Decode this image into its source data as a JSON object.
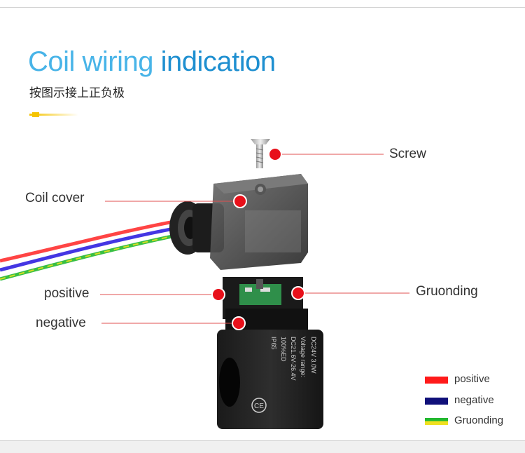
{
  "title": {
    "part1": "Coil wiring",
    "part2": "indication"
  },
  "subtitle": "按图示接上正负极",
  "labels": {
    "screw": "Screw",
    "coil_cover": "Coil cover",
    "positive": "positive",
    "negative": "negative",
    "grounding": "Gruonding"
  },
  "coil_print": {
    "line1": "DC24V 3.0W",
    "line2": "Voltage range:",
    "line3": "DC21.6V-26.4V",
    "line4": "100%ED",
    "line5": "IP65",
    "mark": "CE"
  },
  "legend": [
    {
      "label": "positive",
      "color": "#ff1a1a"
    },
    {
      "label": "negative",
      "color": "#10107a"
    },
    {
      "label": "Gruonding",
      "color": "#f0e020"
    }
  ],
  "colors": {
    "marker": "#e8101a",
    "leader_line": "#e05050",
    "title_light": "#48b4e8",
    "title_dark": "#1e8fd0",
    "wire_red": "#ff3030",
    "wire_blue": "#3020e0",
    "wire_green": "#22b830"
  }
}
